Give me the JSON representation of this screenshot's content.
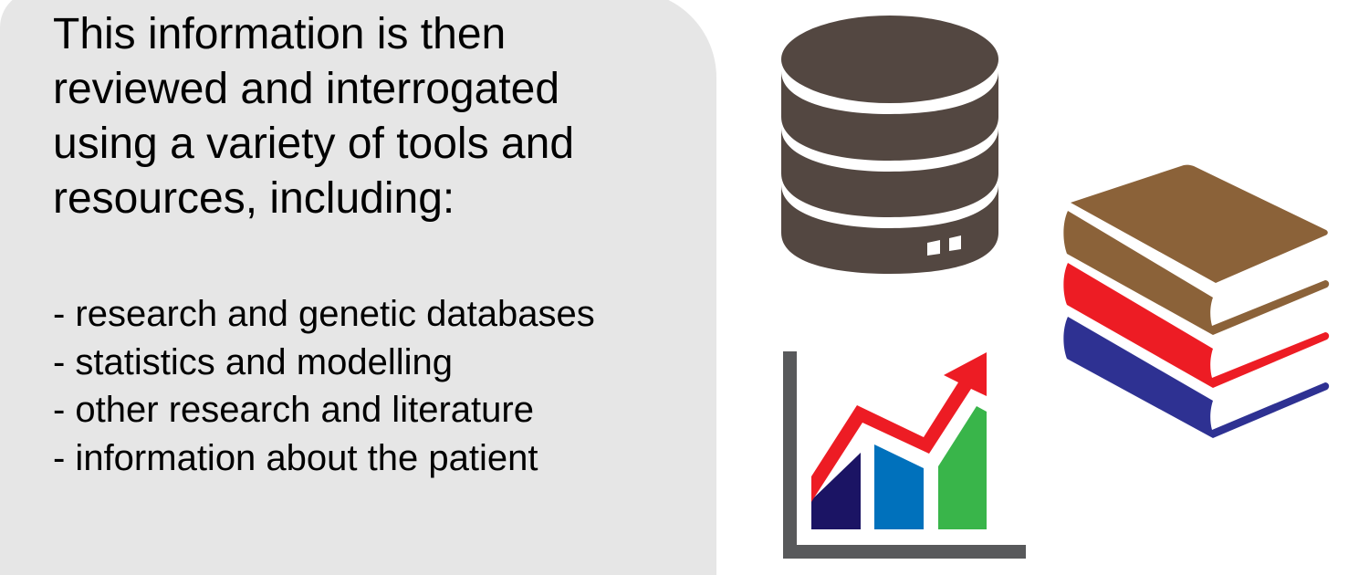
{
  "intro_lines": [
    "This information is then",
    "reviewed and interrogated",
    "using a variety of tools and",
    "resources, including:"
  ],
  "items": [
    "- research and genetic databases",
    "- statistics and modelling",
    "- other research and literature",
    "- information about the patient"
  ],
  "colors": {
    "panel": "#e6e6e6",
    "database": "#534741",
    "axis": "#58595b",
    "bar_1": "#1b1464",
    "bar_2": "#0071bc",
    "bar_3": "#39b54a",
    "arrow": "#ed1c24",
    "book_top": "#8b6239",
    "book_middle": "#ed1c24",
    "book_bottom": "#2e3192"
  }
}
